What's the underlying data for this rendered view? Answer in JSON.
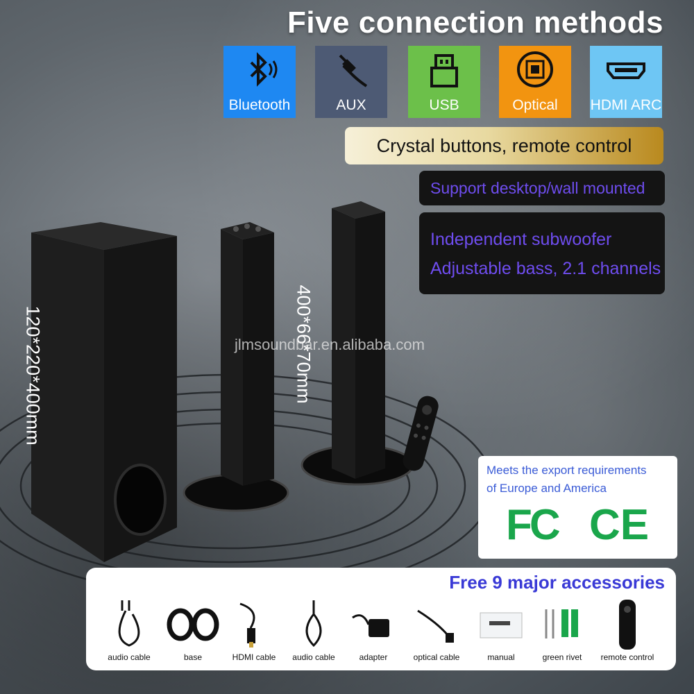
{
  "title": "Five connection methods",
  "connections": [
    {
      "label": "Bluetooth",
      "color": "#1e88f2",
      "icon": "bluetooth-icon"
    },
    {
      "label": "AUX",
      "color": "#4d5a74",
      "icon": "aux-plug-icon"
    },
    {
      "label": "USB",
      "color": "#6cc04a",
      "icon": "usb-icon"
    },
    {
      "label": "Optical",
      "color": "#f29410",
      "icon": "optical-icon"
    },
    {
      "label": "HDMI ARC",
      "color": "#6ec6f4",
      "icon": "hdmi-icon"
    }
  ],
  "features": {
    "crystal": "Crystal buttons, remote control",
    "mount": "Support desktop/wall mounted",
    "sub_line1": "Independent subwoofer",
    "sub_line2": "Adjustable bass, 2.1 channels"
  },
  "dimensions": {
    "subwoofer": "120*220*400mm",
    "bar": "400*66*70mm"
  },
  "watermark": "jlmsoundbar.en.alibaba.com",
  "certification": {
    "line1": "Meets the export requirements",
    "line2": "of Europe and America",
    "fc": "FC",
    "ce": "CE"
  },
  "accessories": {
    "heading": "Free 9 major accessories",
    "items": [
      "audio cable",
      "base",
      "HDMI cable",
      "audio cable",
      "adapter",
      "optical cable",
      "manual",
      "green rivet",
      "remote control"
    ]
  }
}
